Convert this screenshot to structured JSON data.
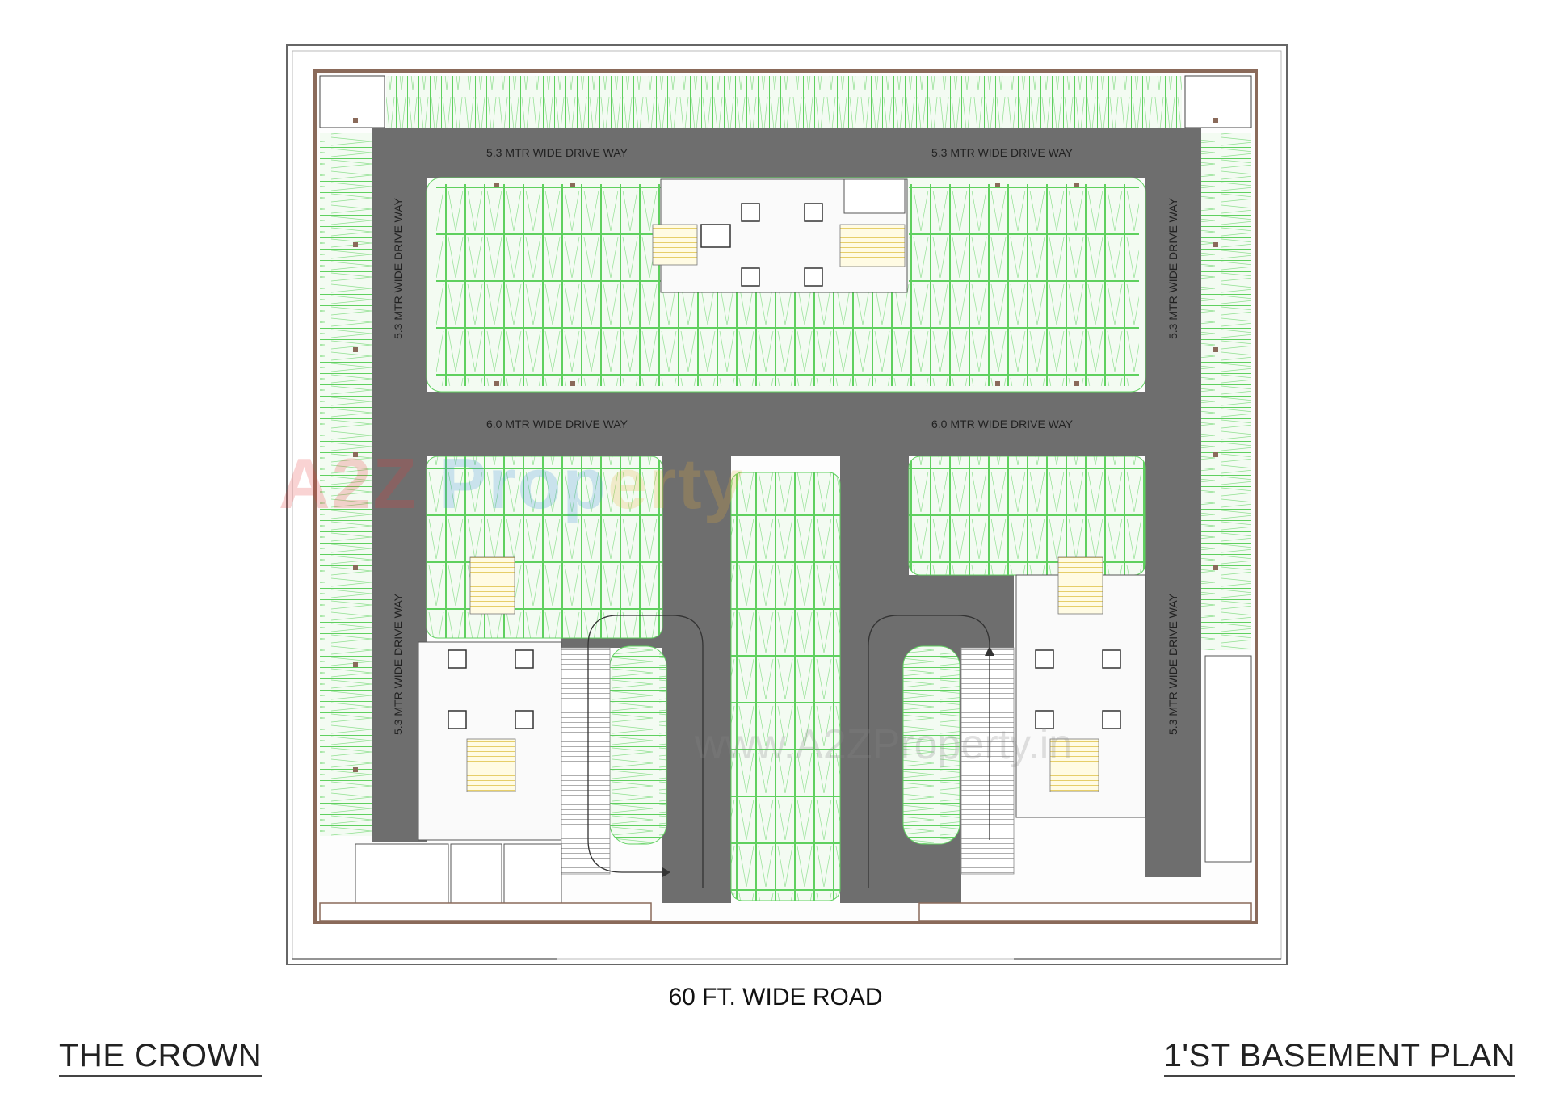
{
  "drawing": {
    "road_label": "60 FT. WIDE ROAD",
    "project_name": "THE CROWN",
    "sheet_title": "1'ST BASEMENT PLAN",
    "driveways": {
      "top_left": "5.3 MTR WIDE DRIVE WAY",
      "top_right": "5.3 MTR WIDE DRIVE WAY",
      "middle_left": "6.0 MTR WIDE DRIVE WAY",
      "middle_right": "6.0 MTR WIDE DRIVE WAY",
      "left_upper": "5.3 MTR WIDE DRIVE WAY",
      "left_lower": "5.3 MTR WIDE DRIVE WAY",
      "right_upper": "5.3 MTR WIDE DRIVE WAY",
      "right_lower": "5.3 MTR WIDE DRIVE WAY"
    },
    "watermark": {
      "brand_part1": "A2Z",
      "brand_part2": " Prop",
      "brand_part3": "erty",
      "url": "www.A2ZProperty.in"
    },
    "colors": {
      "driveway": "#6e6e6e",
      "parking_line": "#5fd05f",
      "parking_fill": "#f3fbf2",
      "wall": "#8a6a5a",
      "core": "#fafafa"
    }
  }
}
